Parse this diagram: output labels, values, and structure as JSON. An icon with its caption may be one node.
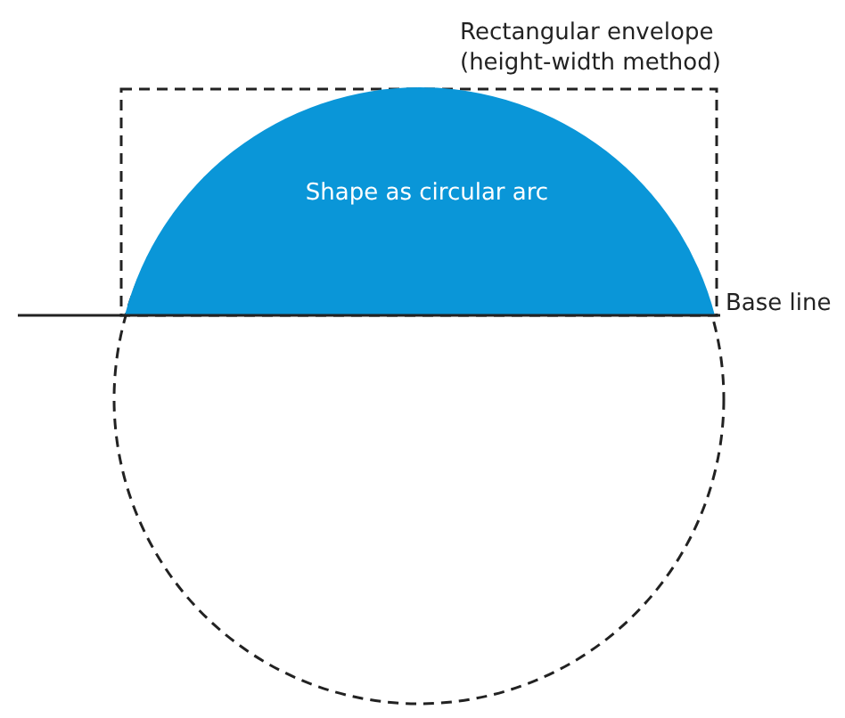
{
  "diagram": {
    "nodes": [
      {
        "text": [
          "Rectangular envelope (height-width method)"
        ]
      },
      {
        "text": [
          "Shape as circular arc"
        ],
        "in": 0
      }
    ],
    "labels": [
      "Base line"
    ]
  }
}
